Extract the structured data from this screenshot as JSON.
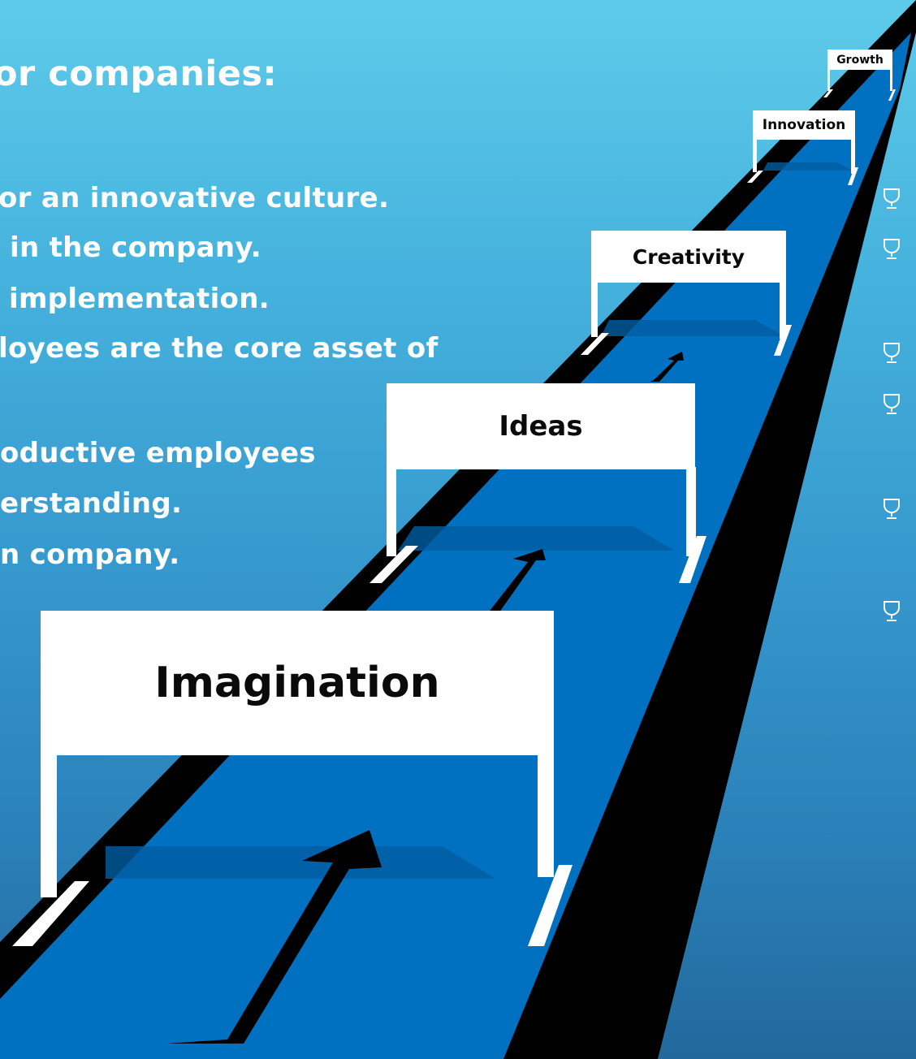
{
  "slide": {
    "heading": "or companies:",
    "bullets": [
      "or an innovative culture.",
      "in the company.",
      "implementation.",
      "loyees are the core asset of",
      "oductive employees",
      "erstanding.",
      "n company."
    ]
  },
  "hurdles": [
    {
      "label": "Imagination"
    },
    {
      "label": "Ideas"
    },
    {
      "label": "Creativity"
    },
    {
      "label": "Innovation"
    },
    {
      "label": "Growth"
    }
  ],
  "icons": {
    "trophy": "trophy-icon",
    "arrow": "arrow-up-icon"
  },
  "colors": {
    "track": "#0070c0",
    "track_edge": "#000000",
    "hurdle_board": "#ffffff",
    "arrow": "#000000"
  }
}
